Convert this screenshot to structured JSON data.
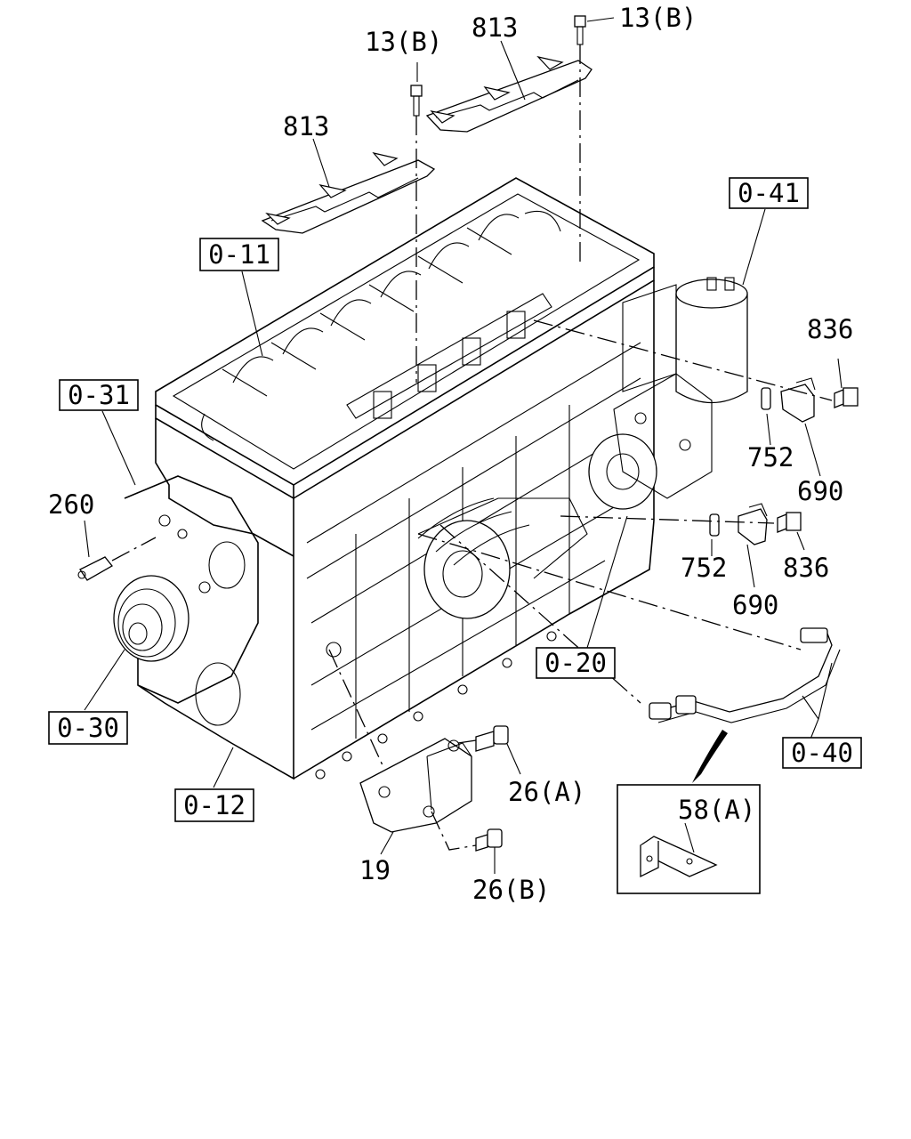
{
  "callouts": {
    "bolt_13b_top": "13(B)",
    "bolt_13b_left": "13(B)",
    "harness_813_right": "813",
    "harness_813_left": "813",
    "ref_0_11": "0-11",
    "ref_0_41": "0-41",
    "ref_0_31": "0-31",
    "ref_0_20": "0-20",
    "ref_0_30": "0-30",
    "ref_0_12": "0-12",
    "ref_0_40": "0-40",
    "sensor_260": "260",
    "bolt_836_upper": "836",
    "bolt_836_lower": "836",
    "oring_752_upper": "752",
    "oring_752_lower": "752",
    "sensor_690_upper": "690",
    "sensor_690_lower": "690",
    "bolt_26a": "26(A)",
    "bolt_26b": "26(B)",
    "bracket_19": "19",
    "clip_58a": "58(A)"
  }
}
